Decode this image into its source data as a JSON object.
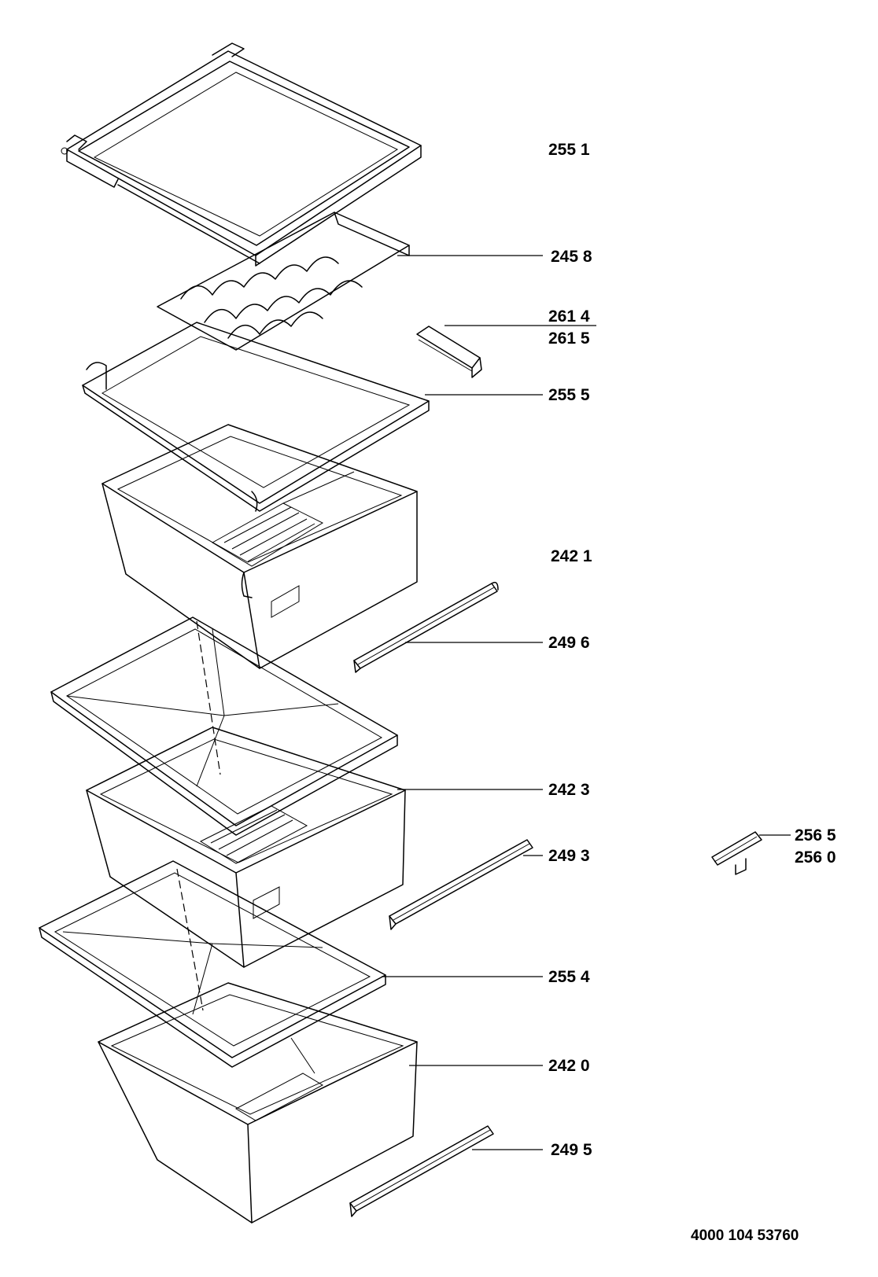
{
  "labels": {
    "l2551": "255 1",
    "l2458": "245 8",
    "l2614": "261 4",
    "l2615": "261 5",
    "l2555": "255 5",
    "l2421": "242 1",
    "l2496": "249 6",
    "l2423": "242 3",
    "l2493": "249 3",
    "l2565": "256 5",
    "l2560": "256 0",
    "l2554": "255 4",
    "l2420": "242 0",
    "l2495": "249 5"
  },
  "document_number": "4000 104 53760"
}
